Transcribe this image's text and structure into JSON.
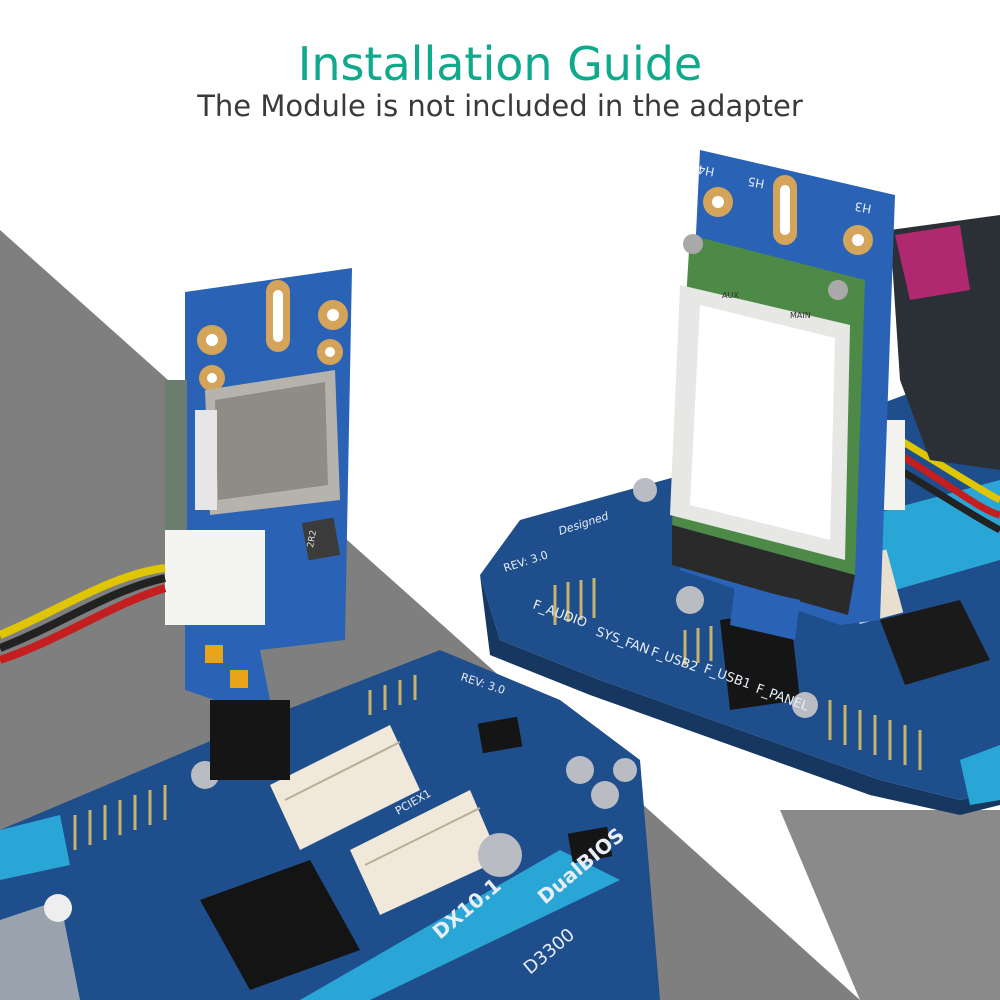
{
  "header": {
    "title": "Installation Guide",
    "subtitle": "The Module is not included in the adapter"
  },
  "colors": {
    "title": "#0fa98b",
    "subtitle": "#3a3a3a",
    "background_gray": "#7f7f7f",
    "board_blue": "#1f4e8c",
    "slot_cyan": "#2aa6d6",
    "connector_cream": "#f0e8d8"
  },
  "board_labels": {
    "left_revision": "REV: 3.0",
    "left_model": "DX10.1",
    "left_brand": "DualBIOS",
    "left_code": "D3300",
    "left_slot": "PCIEX1",
    "right_revision": "REV: 3.0",
    "right_audio": "F_AUDIO",
    "right_fan": "SYS_FAN",
    "right_usb2": "F_USB2",
    "right_usb1": "F_USB1",
    "right_panel": "F_PANEL",
    "right_designed": "Designed"
  },
  "adapter_labels": {
    "hole_h3": "H3",
    "hole_h4": "H4",
    "hole_h5": "H5",
    "module_aux": "AUX",
    "module_main": "MAIN",
    "chip_code": "2R2"
  }
}
